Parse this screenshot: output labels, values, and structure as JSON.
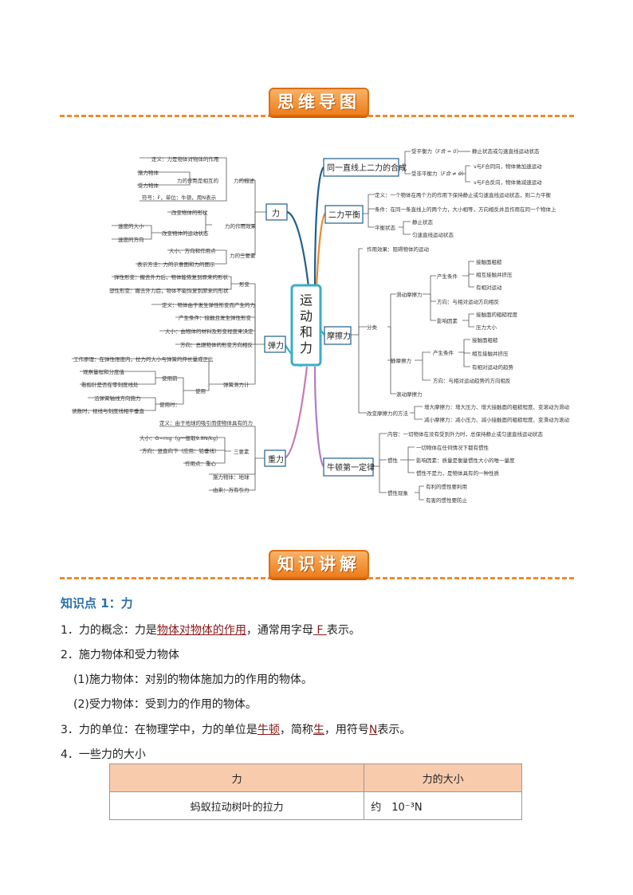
{
  "banners": {
    "mindmap": "思维导图",
    "knowledge": "知识讲解"
  },
  "center": {
    "l1": "运",
    "l2": "动",
    "l3": "和",
    "l4": "力"
  },
  "mm": {
    "li": "力",
    "li_miaoshu": "力的描述",
    "li_def": "定义：力是物体对物体的作用",
    "li_mutual": "力的作用是相互的",
    "shili": "施力物体",
    "shouli": "受力物体",
    "fuhao": "符号：F，单位：牛顿，用N表示",
    "zuoyong": "力的作用效果",
    "gaibian_xz": "改变物体的形状",
    "gaibian_yd": "改变物体的运动状态",
    "sudu_dx": "速度的大小",
    "sudu_fx": "速度的方向",
    "sanyaosu": "力的三要素",
    "dfz": "大小、方向和作用点",
    "biaoshi": "表示方法：力的示意图和力的图示",
    "tanli": "弹力",
    "xingbian": "形变",
    "tx": "弹性形变：撤去外力后，物体能恢复到原来的形状",
    "sx": "塑性形变：撤去外力后，物体不能恢复到原来的形状",
    "tl_def": "定义：物体由于发生弹性形变而产生的力",
    "tl_cond": "产生条件：接触且发生弹性形变",
    "tl_size": "大小：由物体的材料及形变程度来决定",
    "tl_dir": "方向：总跟物体的形变方向相反",
    "tlj": "弹簧测力计",
    "tlj_yl": "工作原理：在弹性限度内，拉力的大小与弹簧的伸长量成正比",
    "shiyong": "使用",
    "sy_qian": "使用前",
    "gc": "观察量程和分度值",
    "zero": "看指针是否在零刻度线处",
    "sy_shi": "使用时：",
    "yanzhou": "沿弹簧轴线方向施力",
    "dushu": "读数时，视线与刻度线相平垂直",
    "zhongli": "重力",
    "zl_def": "定义：由于地球的吸引而使物体具有的力",
    "zl_size": "大小：G=mg（g一般取9.8N/kg）",
    "zl_dir": "方向：竖直向下（应用：铅垂线）",
    "zl_pt": "作用点：重心",
    "zl_3": "三要素",
    "zl_sl": "施力物体：地球",
    "zl_ly": "由来：万有引力",
    "phl": "同一直线上二力的合成",
    "shou_ph": "受平衡力（",
    "shou_ph_f": "F合 = 0",
    "jz": "静止状态或匀速直线运动状态",
    "shou_fph": "受非平衡力（",
    "shou_fph_f": "F合 ≠ 0",
    "tx_js": "v与F合同向，物体做加速运动",
    "fx_js": "v与F合反向，物体做减速运动",
    "erli": "二力平衡",
    "el_def": "定义：一个物体在两个力的作用下保持静止或匀速直线运动状态，则二力平衡",
    "el_cond": "条件：在同一条直线上的两个力，大小相等，方向相反并且作用在同一个物体上",
    "ph_zt": "平衡状态",
    "jingzhi": "静止状态",
    "yunsu": "匀速直线运动状态",
    "mcl": "摩擦力",
    "mc_xg": "作用效果：阻碍物体的运动",
    "fenlei": "分类",
    "hd": "滑动摩擦力",
    "hd_cs": "产生条件",
    "jc_cc": "接触面粗糙",
    "jc_jy": "相互接触并挤压",
    "yd": "有相对运动",
    "hd_dir": "方向：与相对运动方向相反",
    "ys": "影响因素",
    "cc_cd": "接触面的粗糙程度",
    "yl_dx": "压力大小",
    "jm": "静摩擦力",
    "jm_cs": "产生条件",
    "jm_cc": "接触面粗糙",
    "jm_jy": "相互接触并挤压",
    "jm_qs": "有相对运动的趋势",
    "jm_dir": "方向：与相对运动趋势的方向相反",
    "gd": "滚动摩擦力",
    "gb": "改变摩擦力的方法",
    "zd": "增大摩擦力：增大压力、增大接触面的粗糙程度、变滚动为滑动",
    "jx": "减小摩擦力：减小压力、减小接触面的粗糙程度、变滑动为滚动",
    "nd": "牛顿第一定律",
    "nd_content": "内容：一切物体在没有受到外力时，总保持静止或匀速直线运动状态",
    "gx": "惯性",
    "gx1": "一切物体在任何情况下都有惯性",
    "gx2": "影响因素：质量是衡量惯性大小的唯一量度",
    "gx3": "惯性不是力，是物体具有的一种性质",
    "gx_xx": "惯性现象",
    "gx_yl": "有利的惯性要利用",
    "gx_yh": "有害的惯性要防止"
  },
  "section": {
    "title": "知识点 1：力",
    "p1_a": "1．力的概念：力是",
    "p1_b": "物体对物体的作用",
    "p1_c": "，通常用字母",
    "p1_d": " F ",
    "p1_e": "表示。",
    "p2": "2．施力物体和受力物体",
    "p2_1": "(1)施力物体：对别的物体施加力的作用的物体。",
    "p2_2": "(2)受力物体：受到力的作用的物体。",
    "p3_a": "3．力的单位：在物理学中，力的单位是",
    "p3_b": "牛顿",
    "p3_c": "，简称",
    "p3_d": "生",
    "p3_e": "，用符号",
    "p3_f": "N",
    "p3_g": "表示。",
    "p4": "4．一些力的大小"
  },
  "table": {
    "h1": "力",
    "h2": "力的大小",
    "r1c1": "蚂蚁拉动树叶的拉力",
    "r1c2": "约　10⁻³N"
  },
  "colors": {
    "orange": "#ee7d1b",
    "teal": "#3aaec8",
    "blue": "#1f5f8b",
    "red": "#c0392b",
    "purple": "#b07bc7"
  }
}
